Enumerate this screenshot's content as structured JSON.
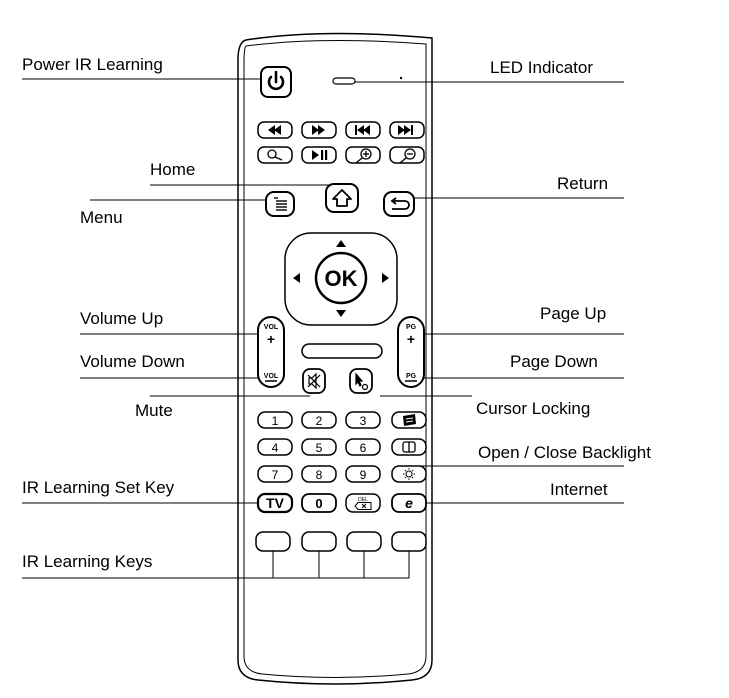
{
  "labels": {
    "power_ir_learning": "Power IR Learning",
    "led_indicator": "LED Indicator",
    "home": "Home",
    "return": "Return",
    "menu": "Menu",
    "volume_up": "Volume Up",
    "page_up": "Page Up",
    "volume_down": "Volume Down",
    "page_down": "Page Down",
    "mute": "Mute",
    "cursor_locking": "Cursor Locking",
    "open_close_backlight": "Open / Close Backlight",
    "ir_learning_set_key": "IR Learning Set Key",
    "internet": "Internet",
    "ir_learning_keys": "IR Learning Keys"
  },
  "buttons": {
    "ok": "OK",
    "vol": "VOL",
    "pg": "PG",
    "plus": "+",
    "tv": "TV",
    "zero": "0",
    "del": "DEL",
    "numbers": [
      "1",
      "2",
      "3",
      "4",
      "5",
      "6",
      "7",
      "8",
      "9"
    ]
  },
  "icons": {
    "power": "power-icon",
    "rewind": "rewind-icon",
    "fast_forward": "fast-forward-icon",
    "previous": "skip-previous-icon",
    "next": "skip-next-icon",
    "search": "search-icon",
    "play_pause": "play-pause-icon",
    "zoom_in": "zoom-in-icon",
    "zoom_out": "zoom-out-icon",
    "home": "home-icon",
    "menu": "menu-icon",
    "return": "return-icon",
    "mute": "mute-icon",
    "cursor": "cursor-lock-icon",
    "backlight": "backlight-icon",
    "internet": "internet-explorer-icon"
  },
  "colors": {
    "line": "#000000",
    "fill": "#ffffff"
  }
}
